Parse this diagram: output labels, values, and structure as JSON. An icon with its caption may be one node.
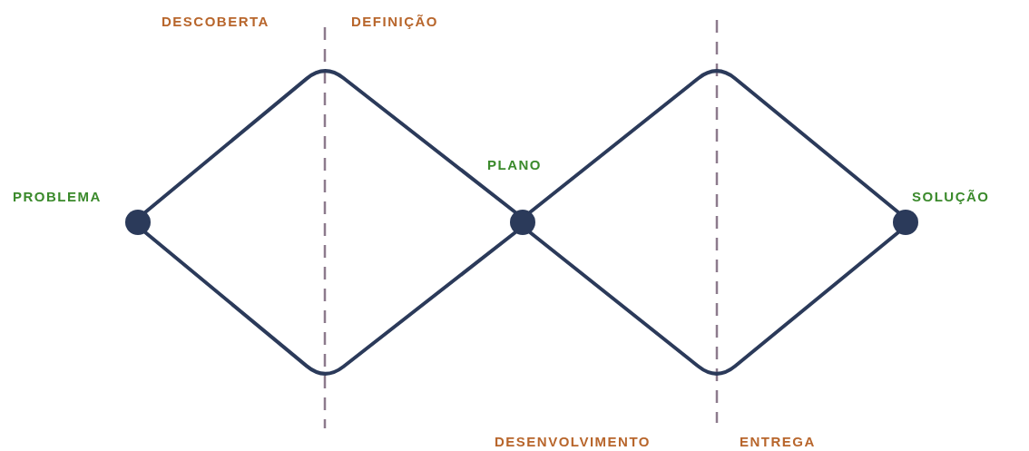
{
  "diagram": {
    "nodes": [
      {
        "text": [],
        "shape": "circle",
        "beside": [
          "PROBLEMA"
        ]
      },
      {
        "text": [],
        "shape": "circle",
        "beside": [
          "PLANO"
        ]
      },
      {
        "text": [],
        "shape": "circle",
        "beside": [
          "SOLUÇÃO"
        ]
      }
    ],
    "edges": [
      {
        "from": 0,
        "to": 1,
        "arrow": "none"
      },
      {
        "from": 0,
        "to": 1,
        "arrow": "none"
      },
      {
        "from": 1,
        "to": 2,
        "arrow": "none"
      },
      {
        "from": 1,
        "to": 2,
        "arrow": "none"
      }
    ],
    "labels": [
      "DESCOBERTA",
      "DEFINIÇÃO",
      "DESENVOLVIMENTO",
      "ENTREGA"
    ]
  }
}
